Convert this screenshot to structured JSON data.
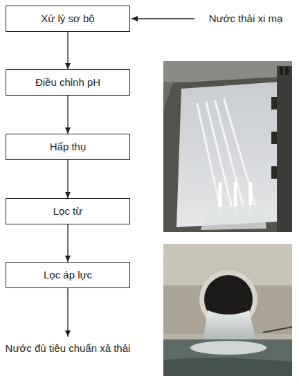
{
  "diagram": {
    "nodes": [
      {
        "text": [
          "Xử lý sơ bộ"
        ]
      },
      {
        "text": [
          "Điều chỉnh pH"
        ]
      },
      {
        "text": [
          "Hấp thụ"
        ]
      },
      {
        "text": [
          "Lọc từ"
        ]
      },
      {
        "text": [
          "Lọc áp lực"
        ]
      }
    ],
    "edges": [
      {
        "from": 0,
        "to": 1,
        "arrow": "to"
      },
      {
        "from": 1,
        "to": 2,
        "arrow": "to"
      },
      {
        "from": 2,
        "to": 3,
        "arrow": "to"
      },
      {
        "from": 3,
        "to": 4,
        "arrow": "to"
      }
    ],
    "labels": [
      "Nước thải xi mạ",
      "Nước đủ tiêu chuẩn xả thải"
    ]
  }
}
